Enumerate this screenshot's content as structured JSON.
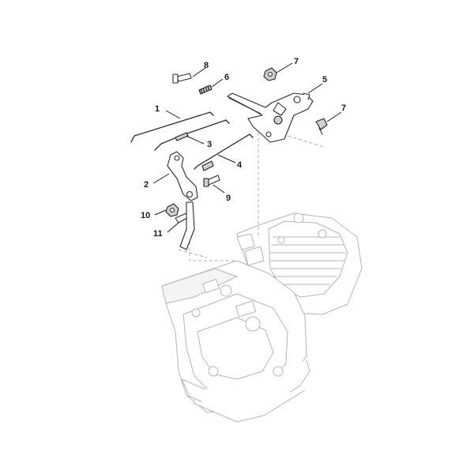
{
  "diagram": {
    "callouts": [
      {
        "id": "1",
        "label": "1"
      },
      {
        "id": "2",
        "label": "2"
      },
      {
        "id": "3",
        "label": "3"
      },
      {
        "id": "4",
        "label": "4"
      },
      {
        "id": "5",
        "label": "5"
      },
      {
        "id": "6",
        "label": "6"
      },
      {
        "id": "7a",
        "label": "7"
      },
      {
        "id": "7b",
        "label": "7"
      },
      {
        "id": "8",
        "label": "8"
      },
      {
        "id": "9",
        "label": "9"
      },
      {
        "id": "10",
        "label": "10"
      },
      {
        "id": "11",
        "label": "11"
      }
    ]
  }
}
